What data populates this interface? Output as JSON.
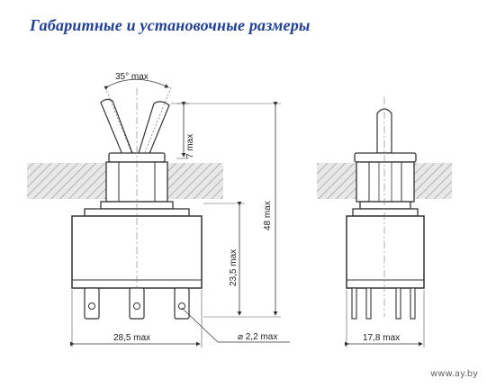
{
  "title": "Габаритные и установочные размеры",
  "watermark": "www.ay.by",
  "dimensions": {
    "angle": "35° max",
    "lever_height": "7 max",
    "total_height": "48 max",
    "body_height": "23,5 max",
    "width_front": "28,5 max",
    "pin_diameter": "⌀ 2,2 max",
    "width_side": "17,8 max"
  }
}
